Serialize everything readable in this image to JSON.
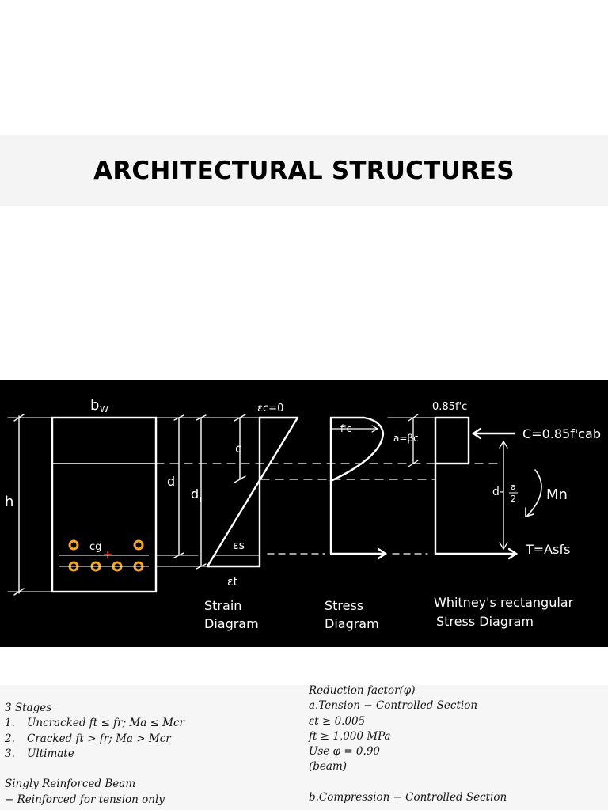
{
  "header": {
    "title": "ARCHITECTURAL STRUCTURES"
  },
  "diagram": {
    "labels": {
      "bw": "b",
      "bw_sub": "W",
      "h": "h",
      "d": "d",
      "dt": "d",
      "dt_sub": "t",
      "c": "c",
      "cg": "cg",
      "ec0": "εc=0",
      "es": "εs",
      "et": "εt",
      "fc": "f'c",
      "a_bc": "a=βc",
      "f085": "0.85f'c",
      "C_eq": "C=0.85f'cab",
      "d_a2": "d-",
      "a_over": "a",
      "two": "2",
      "Mn": "Mn",
      "T_eq": "T=Asfs"
    },
    "captions": {
      "strain_1": "Strain",
      "strain_2": "Diagram",
      "stress_1": "Stress",
      "stress_2": "Diagram",
      "whitney_1": "Whitney's rectangular",
      "whitney_2": "Stress Diagram"
    },
    "colors": {
      "background": "#000000",
      "lines": "#ffffff",
      "rebar": "#f5a623",
      "cg_mark": "#e0302a"
    }
  },
  "notes": {
    "left": {
      "stages_title": "3 Stages",
      "stages": [
        {
          "num": "1.",
          "text": "Uncracked ft ≤ fr; Ma ≤ Mcr"
        },
        {
          "num": "2.",
          "text": "Cracked ft > fr; Ma > Mcr"
        },
        {
          "num": "3.",
          "text": "Ultimate"
        }
      ],
      "beam_title": "Singly Reinforced Beam",
      "beam_desc": "− Reinforced for tension only"
    },
    "right": {
      "lines": [
        "Reduction factor(φ)",
        "a.Tension − Controlled Section",
        "εt ≥ 0.005",
        "ft ≥ 1,000 MPa",
        "Use φ = 0.90",
        "(beam)",
        "",
        "b.Compression − Controlled Section"
      ]
    }
  }
}
